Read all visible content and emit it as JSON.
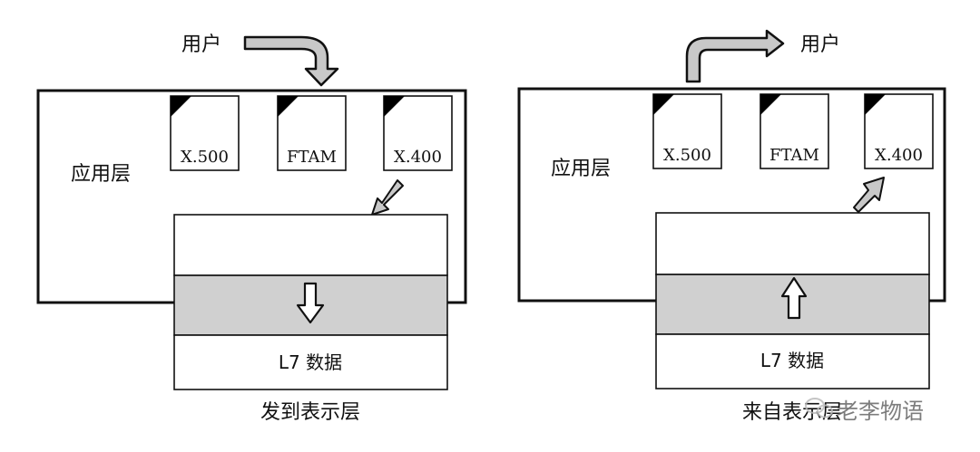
{
  "left_panel": {
    "user_label": "用户",
    "layer_label": "应用层",
    "apps": [
      "X.500",
      "FTAM",
      "X.400"
    ],
    "data_label": "L7 数据",
    "caption": "发到表示层",
    "direction": "down"
  },
  "right_panel": {
    "user_label": "用户",
    "layer_label": "应用层",
    "apps": [
      "X.500",
      "FTAM",
      "X.400"
    ],
    "data_label": "L7 数据",
    "caption": "来自表示层",
    "direction": "up"
  },
  "watermark": "老李物语",
  "colors": {
    "shaded_band": "#d0d0d0",
    "arrow_fill": "#c8c8c8",
    "stroke": "#111111"
  }
}
